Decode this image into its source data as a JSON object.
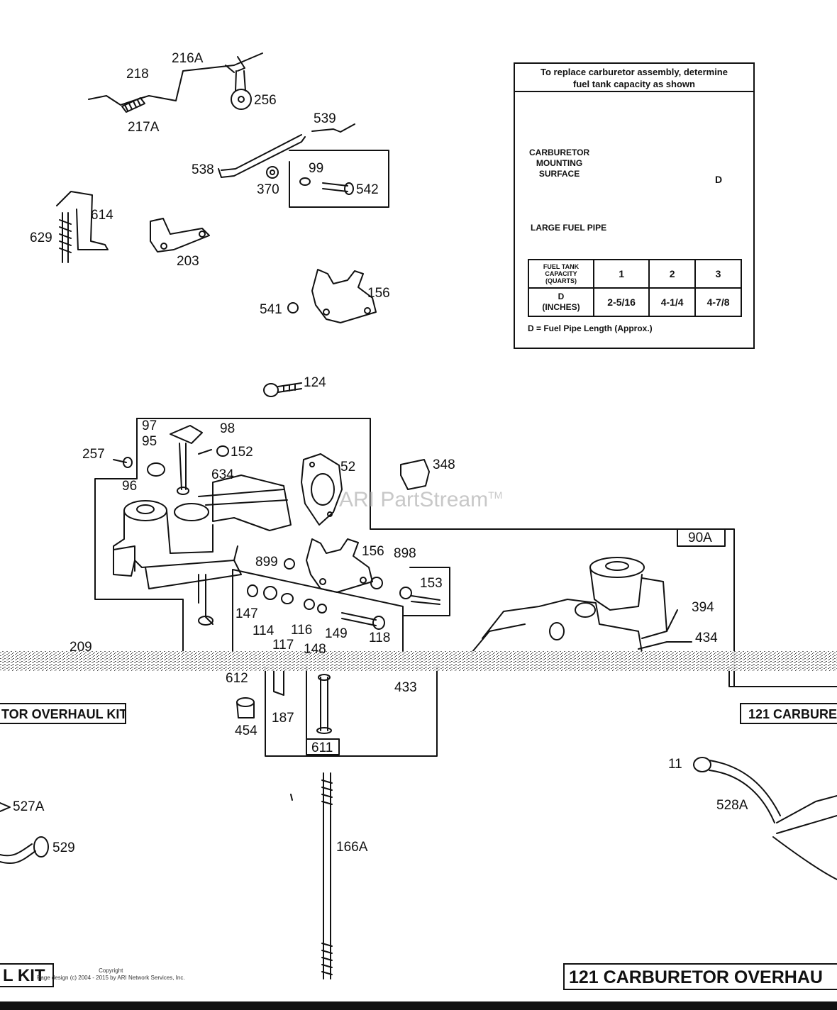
{
  "inset": {
    "title_line1": "To replace carburetor assembly, determine",
    "title_line2": "fuel tank capacity as shown",
    "mounting_line1": "CARBURETOR",
    "mounting_line2": "MOUNTING",
    "mounting_line3": "SURFACE",
    "large_pipe": "LARGE FUEL PIPE",
    "dim_letter": "D",
    "table": {
      "row1_header": [
        "FUEL TANK",
        "CAPACITY",
        "(QUARTS)"
      ],
      "row1_values": [
        "1",
        "2",
        "3"
      ],
      "row2_header": [
        "D",
        "(INCHES)"
      ],
      "row2_values": [
        "2-5/16",
        "4-1/4",
        "4-7/8"
      ]
    },
    "note": "D = Fuel Pipe Length (Approx.)"
  },
  "labels": {
    "p216a": "216A",
    "p218": "218",
    "p217a": "217A",
    "p256": "256",
    "p539": "539",
    "p538": "538",
    "p99": "99",
    "p370": "370",
    "p542": "542",
    "p614": "614",
    "p629": "629",
    "p203": "203",
    "p156a": "156",
    "p541": "541",
    "p124": "124",
    "p97": "97",
    "p95": "95",
    "p98": "98",
    "p257": "257",
    "p152": "152",
    "p634": "634",
    "p96": "96",
    "p52": "52",
    "p348": "348",
    "p90a": "90A",
    "p156b": "156",
    "p898": "898",
    "p899": "899",
    "p153": "153",
    "p147": "147",
    "p114": "114",
    "p116": "116",
    "p149": "149",
    "p118": "118",
    "p117": "117",
    "p148": "148",
    "p394": "394",
    "p434": "434",
    "p209": "209",
    "p612": "612",
    "p433": "433",
    "p454": "454",
    "p187": "187",
    "p611": "611",
    "p11": "11",
    "p527a": "527A",
    "p528a": "528A",
    "p529": "529",
    "p166a": "166A"
  },
  "kits": {
    "kit_left_mid": "TOR OVERHAUL KIT",
    "kit_right_mid": "121  CARBURE",
    "kit_left_bottom": "L KIT",
    "kit_right_bottom": "121 CARBURETOR OVERHAU"
  },
  "watermark": {
    "text": "ARI PartStream",
    "tm": "TM"
  },
  "copyright": {
    "line1": "Copyright",
    "line2": "Page design (c) 2004 - 2015 by ARI Network Services, Inc."
  }
}
